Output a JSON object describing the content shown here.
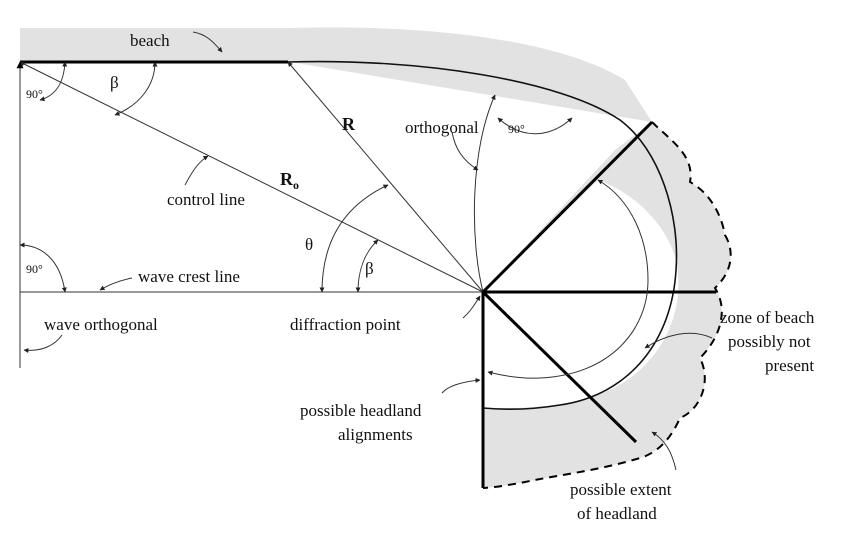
{
  "labels": {
    "beach": "beach",
    "beta_top": "β",
    "angle_90_top_left": "90°",
    "radius_r": "R",
    "orthogonal": "orthogonal",
    "angle_90_orthogonal": "90°",
    "radius_r0_main": "R",
    "radius_r0_sub": "o",
    "control_line": "control line",
    "theta": "θ",
    "beta_bottom": "β",
    "angle_90_bottom_left": "90°",
    "wave_crest_line": "wave crest line",
    "wave_orthogonal": "wave orthogonal",
    "diffraction_point": "diffraction point",
    "zone_of_beach_1": "zone of beach",
    "zone_of_beach_2": "possibly not",
    "zone_of_beach_3": "present",
    "headland_alignments_1": "possible headland",
    "headland_alignments_2": "alignments",
    "headland_extent_1": "possible extent",
    "headland_extent_2": "of headland"
  }
}
